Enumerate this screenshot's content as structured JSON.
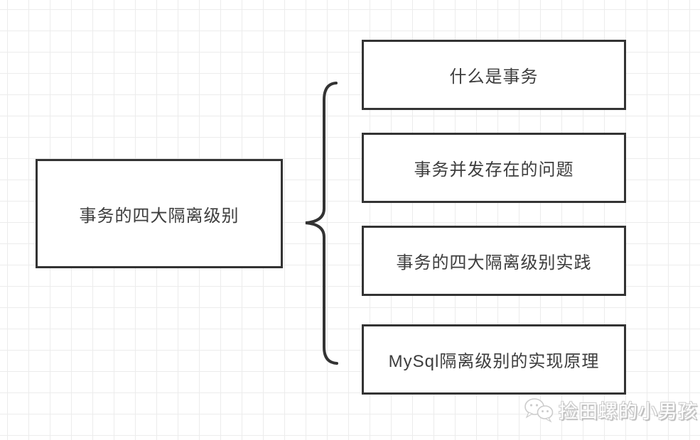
{
  "diagram": {
    "type": "mindmap-brace",
    "root": {
      "label": "事务的四大隔离级别"
    },
    "connector": "curly-brace",
    "children": [
      {
        "label": "什么是事务"
      },
      {
        "label": "事务并发存在的问题"
      },
      {
        "label": "事务的四大隔离级别实践"
      },
      {
        "label": "MySql隔离级别的实现原理"
      }
    ]
  },
  "watermark": {
    "icon": "wechat-chat-bubbles-icon",
    "text": "捡田螺的小男孩"
  },
  "colors": {
    "background": "#ffffff",
    "grid_line": "#ececec",
    "box_border": "#333333",
    "box_fill": "#ffffff",
    "text": "#3d3d3d",
    "brace_stroke": "#333333",
    "watermark_fill": "#ffffff",
    "watermark_outline": "#c6c6c6"
  }
}
